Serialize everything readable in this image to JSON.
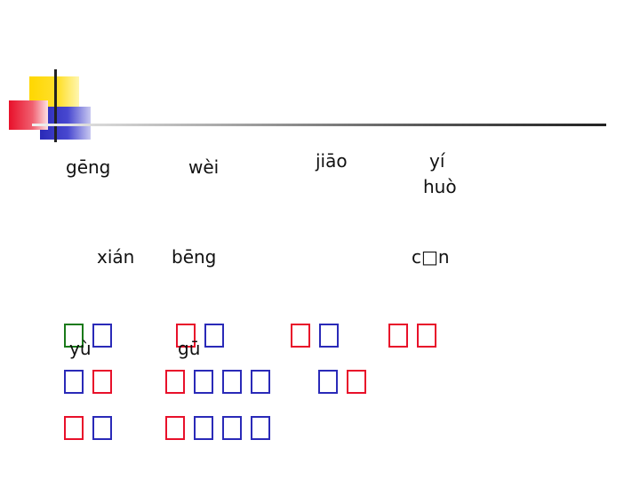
{
  "decor": {
    "colors": {
      "yellow": "#ffd700",
      "red": "#e8102a",
      "blue": "#2a2ab8",
      "line": "#333333"
    }
  },
  "pinyin": {
    "geng": "gēng",
    "wei": "wèi",
    "jiao": "jiāo",
    "yi": "yí",
    "huo": "huò",
    "xian": "xián",
    "beng": "bēng",
    "cun": "c□n",
    "yu": "yù",
    "gu": "gū"
  },
  "glyph_colors": {
    "green": "#1a7a1a",
    "red": "#e8102a",
    "blue": "#2a2ab8"
  },
  "rows": [
    [
      [
        "green",
        "blue"
      ],
      [
        "red",
        "blue"
      ],
      [
        "red",
        "blue"
      ],
      [
        "red",
        "red"
      ]
    ],
    [
      [
        "blue",
        "red"
      ],
      [
        "red",
        "blue",
        "blue",
        "blue"
      ],
      [
        "blue",
        "red"
      ]
    ],
    [
      [
        "red",
        "blue"
      ],
      [
        "red",
        "blue",
        "blue",
        "blue"
      ]
    ]
  ]
}
